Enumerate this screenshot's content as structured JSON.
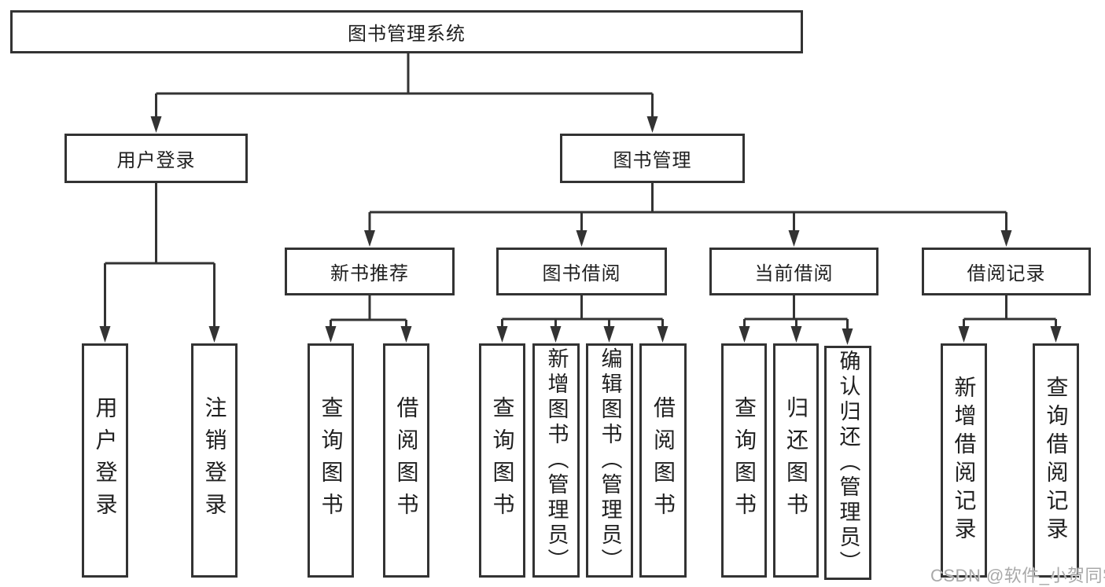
{
  "diagram": {
    "root": {
      "label": "图书管理系统"
    },
    "branches": [
      {
        "label": "用户登录",
        "leaves": [
          "用户登录",
          "注销登录"
        ]
      },
      {
        "label": "图书管理",
        "children": [
          {
            "label": "新书推荐",
            "leaves": [
              "查询图书",
              "借阅图书"
            ]
          },
          {
            "label": "图书借阅",
            "leaves": [
              "查询图书",
              "新增图书（管理员）",
              "编辑图书（管理员）",
              "借阅图书"
            ]
          },
          {
            "label": "当前借阅",
            "leaves": [
              "查询图书",
              "归还图书",
              "确认归还（管理员）"
            ]
          },
          {
            "label": "借阅记录",
            "leaves": [
              "新增借阅记录",
              "查询借阅记录"
            ]
          }
        ]
      }
    ],
    "watermark": "CSDN @软件_小贺同学",
    "colors": {
      "line": "#333333",
      "text": "#1f1f1f",
      "box_background": "#ffffff",
      "page_background": "#ffffff",
      "watermark": "#a9a9a9"
    }
  }
}
